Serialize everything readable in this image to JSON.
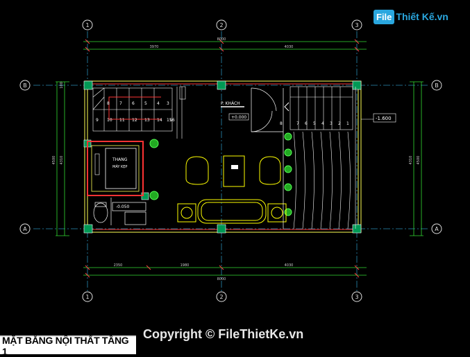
{
  "watermark_logo": {
    "box": "File",
    "rest": "Thiết Kế.vn"
  },
  "title": "MẶT BẰNG NỘI THẤT TẦNG 1",
  "copyright": "Copyright © FileThietKe.vn",
  "axes": {
    "col1": "1",
    "col2": "2",
    "col3": "3",
    "rowA": "A",
    "rowB": "B"
  },
  "dimensions": {
    "top_total": "8000",
    "top_left": "3970",
    "top_right": "4030",
    "bottom_total": "8000",
    "bottom_a": "2350",
    "bottom_b": "1980",
    "bottom_c": "4030",
    "left_total": "4500",
    "left_inner": "4310",
    "right_total": "4500",
    "right_inner": "4310",
    "side_small": "100"
  },
  "rooms": {
    "living": "P. KHÁCH",
    "elevator_line1": "THANG",
    "elevator_line2": "MÁY KẸP"
  },
  "levels": {
    "living": "+0.000",
    "toilet": "-0.050",
    "outside": "-1.600"
  },
  "stair_left_top": [
    "8",
    "7",
    "6",
    "5",
    "4",
    "3"
  ],
  "stair_left_bottom": [
    "9",
    "10",
    "11",
    "12",
    "13",
    "14",
    "15",
    "16"
  ],
  "stair_right": [
    "8",
    "7",
    "6",
    "5",
    "4",
    "3",
    "2",
    "1"
  ],
  "colors": {
    "wall": "#ffff55",
    "dim": "#55ff55",
    "axis": "#40d0ff",
    "furniture": "#ffff00",
    "column": "#00cc66"
  }
}
